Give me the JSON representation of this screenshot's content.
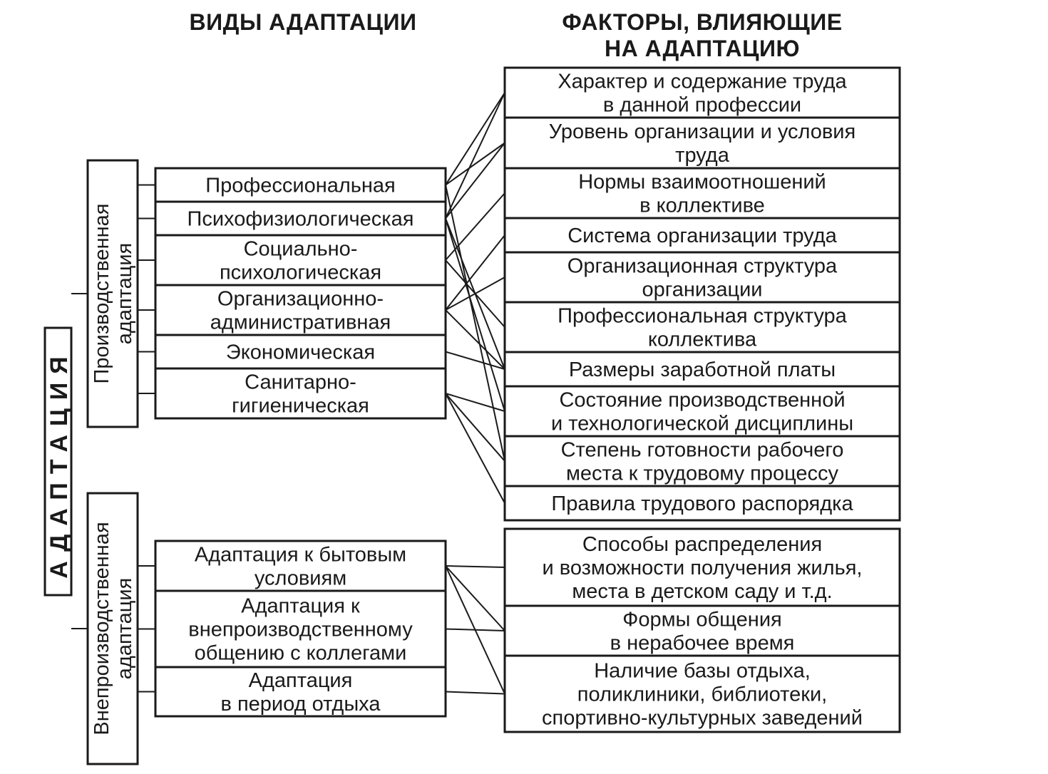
{
  "headers": {
    "types": [
      "ВИДЫ АДАПТАЦИИ"
    ],
    "factors": [
      "ФАКТОРЫ, ВЛИЯЮЩИЕ",
      "НА АДАПТАЦИЮ"
    ]
  },
  "root": {
    "label": "АДАПТАЦИЯ"
  },
  "groups": {
    "production": {
      "label": [
        "Производственная",
        "адаптация"
      ]
    },
    "nonproduction": {
      "label": [
        "Внепроизводственная",
        "адаптация"
      ]
    }
  },
  "types": [
    {
      "id": "professional",
      "lines": [
        "Профессиональная"
      ]
    },
    {
      "id": "psychophysio",
      "lines": [
        "Психофизиологическая"
      ]
    },
    {
      "id": "sociopsych",
      "lines": [
        "Социально-",
        "психологическая"
      ]
    },
    {
      "id": "orgadmin",
      "lines": [
        "Организационно-",
        "административная"
      ]
    },
    {
      "id": "economic",
      "lines": [
        "Экономическая"
      ]
    },
    {
      "id": "sanitary",
      "lines": [
        "Санитарно-",
        "гигиеническая"
      ]
    },
    {
      "id": "household",
      "lines": [
        "Адаптация к бытовым",
        "условиям"
      ]
    },
    {
      "id": "communication",
      "lines": [
        "Адаптация к",
        "внепроизводственному",
        "общению с коллегами"
      ]
    },
    {
      "id": "rest",
      "lines": [
        "Адаптация",
        "в период отдыха"
      ]
    }
  ],
  "factors": [
    {
      "id": "f1",
      "lines": [
        "Характер и содержание труда",
        "в данной профессии"
      ]
    },
    {
      "id": "f2",
      "lines": [
        "Уровень организации и условия",
        "труда"
      ]
    },
    {
      "id": "f3",
      "lines": [
        "Нормы взаимоотношений",
        "в коллективе"
      ]
    },
    {
      "id": "f4",
      "lines": [
        "Система организации труда"
      ]
    },
    {
      "id": "f5",
      "lines": [
        "Организационная структура",
        "организации"
      ]
    },
    {
      "id": "f6",
      "lines": [
        "Профессиональная структура",
        "коллектива"
      ]
    },
    {
      "id": "f7",
      "lines": [
        "Размеры заработной платы"
      ]
    },
    {
      "id": "f8",
      "lines": [
        "Состояние производственной",
        "и технологической дисциплины"
      ]
    },
    {
      "id": "f9",
      "lines": [
        "Степень готовности рабочего",
        "места к трудовому процессу"
      ]
    },
    {
      "id": "f10",
      "lines": [
        "Правила трудового распорядка"
      ]
    },
    {
      "id": "f11",
      "lines": [
        "Способы распределения",
        "и возможности получения жилья,",
        "места в детском саду и т.д."
      ]
    },
    {
      "id": "f12",
      "lines": [
        "Формы общения",
        "в нерабочее время"
      ]
    },
    {
      "id": "f13",
      "lines": [
        "Наличие базы отдыха,",
        "поликлиники, библиотеки,",
        "спортивно-культурных заведений"
      ]
    }
  ],
  "connections": [
    [
      "professional",
      "f1"
    ],
    [
      "professional",
      "f2"
    ],
    [
      "professional",
      "f9"
    ],
    [
      "psychophysio",
      "f1"
    ],
    [
      "psychophysio",
      "f2"
    ],
    [
      "psychophysio",
      "f7"
    ],
    [
      "psychophysio",
      "f8"
    ],
    [
      "sociopsych",
      "f3"
    ],
    [
      "sociopsych",
      "f6"
    ],
    [
      "orgadmin",
      "f4"
    ],
    [
      "orgadmin",
      "f5"
    ],
    [
      "orgadmin",
      "f7"
    ],
    [
      "economic",
      "f7"
    ],
    [
      "sanitary",
      "f8"
    ],
    [
      "sanitary",
      "f9"
    ],
    [
      "sanitary",
      "f10"
    ],
    [
      "household",
      "f11"
    ],
    [
      "household",
      "f12"
    ],
    [
      "household",
      "f13"
    ],
    [
      "communication",
      "f12"
    ],
    [
      "rest",
      "f13"
    ]
  ]
}
